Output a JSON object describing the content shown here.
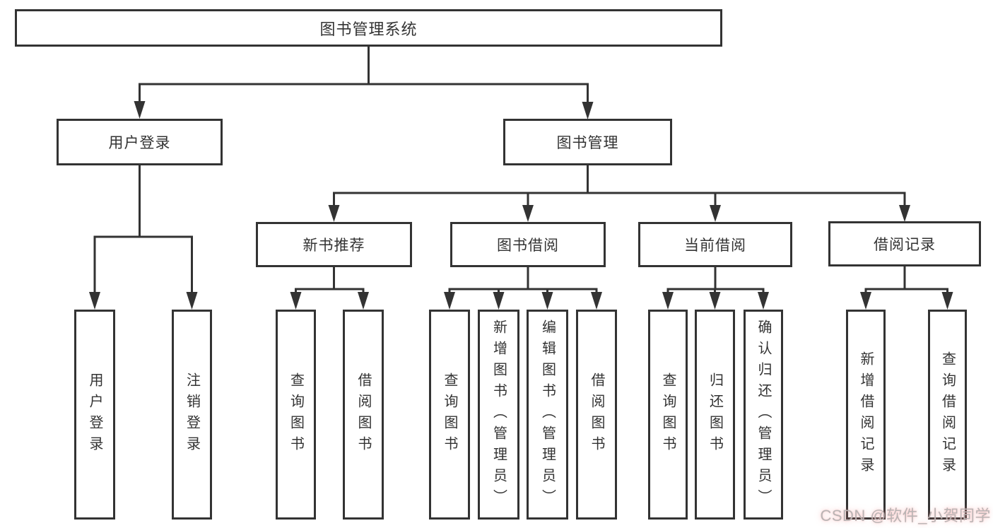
{
  "diagram_title": "图书管理系统",
  "colors": {
    "line": "#333333",
    "text": "#333333",
    "background": "#ffffff",
    "watermark_text": "#b9b4b4",
    "watermark_glow": "#f48f8f"
  },
  "nodes": {
    "root": {
      "label": "图书管理系统"
    },
    "user_login": {
      "label": "用户登录"
    },
    "book_management": {
      "label": "图书管理"
    },
    "new_book_recommend": {
      "label": "新书推荐"
    },
    "book_borrowing": {
      "label": "图书借阅"
    },
    "current_borrowing": {
      "label": "当前借阅"
    },
    "borrowing_records": {
      "label": "借阅记录"
    },
    "leaf_user_login": {
      "label": "用户登录"
    },
    "leaf_logout": {
      "label": "注销登录"
    },
    "leaf_query_books_recommend": {
      "label": "查询图书"
    },
    "leaf_borrow_books_recommend": {
      "label": "借阅图书"
    },
    "leaf_query_books_borrowing": {
      "label": "查询图书"
    },
    "leaf_add_books_admin": {
      "label": "新增图书（管理员）"
    },
    "leaf_edit_books_admin": {
      "label": "编辑图书（管理员）"
    },
    "leaf_borrow_books_borrowing": {
      "label": "借阅图书"
    },
    "leaf_query_books_current": {
      "label": "查询图书"
    },
    "leaf_return_books": {
      "label": "归还图书"
    },
    "leaf_confirm_return_admin": {
      "label": "确认归还（管理员）"
    },
    "leaf_add_borrow_record": {
      "label": "新增借阅记录"
    },
    "leaf_query_borrow_record": {
      "label": "查询借阅记录"
    }
  },
  "hierarchy": {
    "图书管理系统": [
      "用户登录",
      "图书管理"
    ],
    "用户登录": [
      "用户登录",
      "注销登录"
    ],
    "图书管理": [
      "新书推荐",
      "图书借阅",
      "当前借阅",
      "借阅记录"
    ],
    "新书推荐": [
      "查询图书",
      "借阅图书"
    ],
    "图书借阅": [
      "查询图书",
      "新增图书（管理员）",
      "编辑图书（管理员）",
      "借阅图书"
    ],
    "当前借阅": [
      "查询图书",
      "归还图书",
      "确认归还（管理员）"
    ],
    "借阅记录": [
      "新增借阅记录",
      "查询借阅记录"
    ]
  },
  "watermark": {
    "text": "CSDN @软件_小贺同学"
  }
}
